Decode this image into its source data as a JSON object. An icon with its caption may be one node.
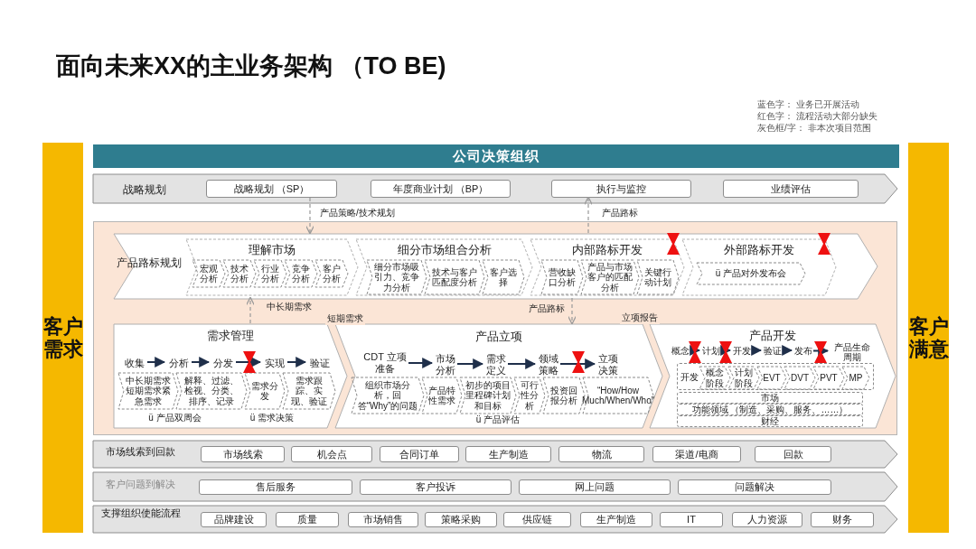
{
  "diagram": {
    "title": "面向未来XX的主业务架构 （TO BE)",
    "nodes": [
      {
        "text": [
          "客户需求"
        ]
      },
      {
        "text": [
          "客户满意"
        ]
      },
      {
        "text": [
          "公司决策组织"
        ]
      },
      {
        "text": [
          "战略规划"
        ]
      },
      {
        "text": [
          "战略规划 （SP）"
        ],
        "in": 3
      },
      {
        "text": [
          "年度商业计划 （BP）"
        ],
        "in": 3
      },
      {
        "text": [
          "执行与监控"
        ],
        "in": 3
      },
      {
        "text": [
          "业绩评估"
        ],
        "in": 3
      },
      {
        "text": [],
        "shape": "box"
      },
      {
        "text": [
          "产品路标规划"
        ],
        "in": 8
      },
      {
        "text": [
          "理解市场"
        ],
        "in": 9
      },
      {
        "text": [
          "宏观分析"
        ],
        "in": 10
      },
      {
        "text": [
          "技术分析"
        ],
        "in": 10
      },
      {
        "text": [
          "行业分析"
        ],
        "in": 10
      },
      {
        "text": [
          "竞争分析"
        ],
        "in": 10
      },
      {
        "text": [
          "客户分析"
        ],
        "in": 10
      },
      {
        "text": [
          "细分市场组合分析"
        ],
        "in": 9
      },
      {
        "text": [
          "细分市场吸引力、竞争力分析"
        ],
        "in": 16
      },
      {
        "text": [
          "技术与客户匹配度分析"
        ],
        "in": 16
      },
      {
        "text": [
          "客户选择"
        ],
        "in": 16
      },
      {
        "text": [
          "内部路标开发"
        ],
        "in": 9
      },
      {
        "text": [
          "营收缺口分析"
        ],
        "in": 20
      },
      {
        "text": [
          "产品与市场客户的匹配分析"
        ],
        "in": 20
      },
      {
        "text": [
          "关键行动计划"
        ],
        "in": 20
      },
      {
        "text": [
          "外部路标开发"
        ],
        "in": 9
      },
      {
        "text": [
          "ü 产品对外发布会"
        ],
        "in": 24
      },
      {
        "text": [
          "需求管理",
          "ü 产品双周会",
          "ü 需求决策"
        ],
        "in": 8
      },
      {
        "text": [
          "收集"
        ],
        "in": 26
      },
      {
        "text": [
          "分析"
        ],
        "in": 26
      },
      {
        "text": [
          "分发"
        ],
        "in": 26
      },
      {
        "text": [
          "实现"
        ],
        "in": 26
      },
      {
        "text": [
          "验证"
        ],
        "in": 26
      },
      {
        "text": [
          "中长期需求短期需求紧急需求"
        ],
        "in": 26
      },
      {
        "text": [
          "解释、过滤、检视、分类、排序、记录"
        ],
        "in": 26
      },
      {
        "text": [
          "需求分发"
        ],
        "in": 26
      },
      {
        "text": [
          "需求跟踪、实现、验证"
        ],
        "in": 26
      },
      {
        "text": [
          "产品立项",
          "ü 产品评估"
        ],
        "in": 8
      },
      {
        "text": [
          "CDT 立项准备"
        ],
        "in": 36
      },
      {
        "text": [
          "市场分析"
        ],
        "in": 36
      },
      {
        "text": [
          "需求定义"
        ],
        "in": 36
      },
      {
        "text": [
          "领域策略"
        ],
        "in": 36
      },
      {
        "text": [
          "立项决策"
        ],
        "in": 36
      },
      {
        "text": [
          "组织市场分析，回答“Why”的问题"
        ],
        "in": 36
      },
      {
        "text": [
          "产品特性需求"
        ],
        "in": 36
      },
      {
        "text": [
          "初步的项目里程碑计划和目标"
        ],
        "in": 36
      },
      {
        "text": [
          "可行性分析"
        ],
        "in": 36
      },
      {
        "text": [
          "投资回报分析"
        ],
        "in": 36
      },
      {
        "text": [
          "“How/How Much/When/Who”"
        ],
        "in": 36
      },
      {
        "text": [
          "产品开发"
        ],
        "in": 8
      },
      {
        "text": [
          "概念"
        ],
        "in": 48
      },
      {
        "text": [
          "计划"
        ],
        "in": 48
      },
      {
        "text": [
          "开发"
        ],
        "in": 48
      },
      {
        "text": [
          "验证"
        ],
        "in": 48
      },
      {
        "text": [
          "发布"
        ],
        "in": 48
      },
      {
        "text": [
          "产品生命周期"
        ],
        "in": 48
      },
      {
        "text": [
          "开发"
        ],
        "in": 48
      },
      {
        "text": [
          "概念阶段"
        ],
        "in": 55
      },
      {
        "text": [
          "计划阶段"
        ],
        "in": 55
      },
      {
        "text": [
          "EVT"
        ],
        "in": 55
      },
      {
        "text": [
          "DVT"
        ],
        "in": 55
      },
      {
        "text": [
          "PVT"
        ],
        "in": 55
      },
      {
        "text": [
          "MP"
        ],
        "in": 55
      },
      {
        "text": [
          "市场"
        ],
        "in": 48
      },
      {
        "text": [
          "功能领域 （制造、采购、服务、……）"
        ],
        "in": 48
      },
      {
        "text": [
          "财经"
        ],
        "in": 48
      },
      {
        "text": [
          "市场线索到回款"
        ]
      },
      {
        "text": [
          "市场线索"
        ],
        "in": 65
      },
      {
        "text": [
          "机会点"
        ],
        "in": 65
      },
      {
        "text": [
          "合同订单"
        ],
        "in": 65
      },
      {
        "text": [
          "生产制造"
        ],
        "in": 65
      },
      {
        "text": [
          "物流"
        ],
        "in": 65
      },
      {
        "text": [
          "渠道/电商"
        ],
        "in": 65
      },
      {
        "text": [
          "回款"
        ],
        "in": 65
      },
      {
        "text": [
          "客户问题到解决"
        ]
      },
      {
        "text": [
          "售后服务"
        ],
        "in": 73
      },
      {
        "text": [
          "客户投诉"
        ],
        "in": 73
      },
      {
        "text": [
          "网上问题"
        ],
        "in": 73
      },
      {
        "text": [
          "问题解决"
        ],
        "in": 73
      },
      {
        "text": [
          "支撑组织使能流程"
        ]
      },
      {
        "text": [
          "品牌建设"
        ],
        "in": 78
      },
      {
        "text": [
          "质量"
        ],
        "in": 78
      },
      {
        "text": [
          "市场销售"
        ],
        "in": 78
      },
      {
        "text": [
          "策略采购"
        ],
        "in": 78
      },
      {
        "text": [
          "供应链"
        ],
        "in": 78
      },
      {
        "text": [
          "生产制造"
        ],
        "in": 78
      },
      {
        "text": [
          "IT"
        ],
        "in": 78
      },
      {
        "text": [
          "人力资源"
        ],
        "in": 78
      },
      {
        "text": [
          "财务"
        ],
        "in": 78
      }
    ],
    "edges": [
      {
        "from": 4,
        "to": 9,
        "arrow": "to",
        "label": "产品策略/技术规划",
        "style": "dashed",
        "color": "#999999"
      },
      {
        "from": 9,
        "to": 6,
        "arrow": "to",
        "label": "产品路标",
        "style": "dashed",
        "color": "#999999"
      },
      {
        "from": 26,
        "to": 9,
        "arrow": "to",
        "label": "中长期需求",
        "style": "dashed",
        "color": "#999999"
      },
      {
        "from": 9,
        "to": 36,
        "arrow": "to",
        "label": "产品路标",
        "style": "dashed",
        "color": "#999999"
      },
      {
        "from": 27,
        "to": 28,
        "arrow": "to"
      },
      {
        "from": 28,
        "to": 29,
        "arrow": "to"
      },
      {
        "from": 29,
        "to": 30,
        "arrow": "to"
      },
      {
        "from": 30,
        "to": 31,
        "arrow": "to"
      },
      {
        "from": 37,
        "to": 38,
        "arrow": "to"
      },
      {
        "from": 38,
        "to": 39,
        "arrow": "to"
      },
      {
        "from": 39,
        "to": 40,
        "arrow": "to"
      },
      {
        "from": 40,
        "to": 41,
        "arrow": "to"
      },
      {
        "from": 49,
        "to": 50,
        "arrow": "to"
      },
      {
        "from": 50,
        "to": 51,
        "arrow": "to"
      },
      {
        "from": 51,
        "to": 52,
        "arrow": "to"
      },
      {
        "from": 52,
        "to": 53,
        "arrow": "to"
      },
      {
        "from": 53,
        "to": 54,
        "arrow": "to"
      }
    ],
    "labels": [
      "蓝色字： 业务已开展活动",
      "红色字： 流程活动大部分缺失",
      "灰色框/字： 非本次项目范围",
      "短期需求",
      "立项报告"
    ]
  }
}
